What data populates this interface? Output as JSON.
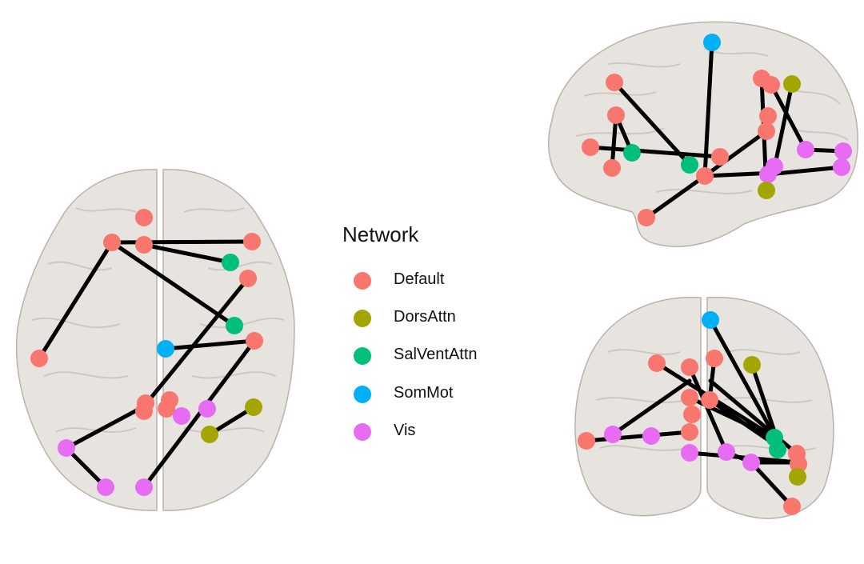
{
  "legend": {
    "title": "Network",
    "items": [
      {
        "label": "Default",
        "color": "#F8766D"
      },
      {
        "label": "DorsAttn",
        "color": "#A3A500"
      },
      {
        "label": "SalVentAttn",
        "color": "#00BF7D"
      },
      {
        "label": "SomMot",
        "color": "#00B0F6"
      },
      {
        "label": "Vis",
        "color": "#E76BF3"
      }
    ]
  },
  "colors": {
    "brain_fill": "#e6e1dc",
    "brain_stroke": "#b9b2ab",
    "edge": "#000000"
  },
  "views": [
    "axial",
    "sagittal",
    "coronal"
  ]
}
